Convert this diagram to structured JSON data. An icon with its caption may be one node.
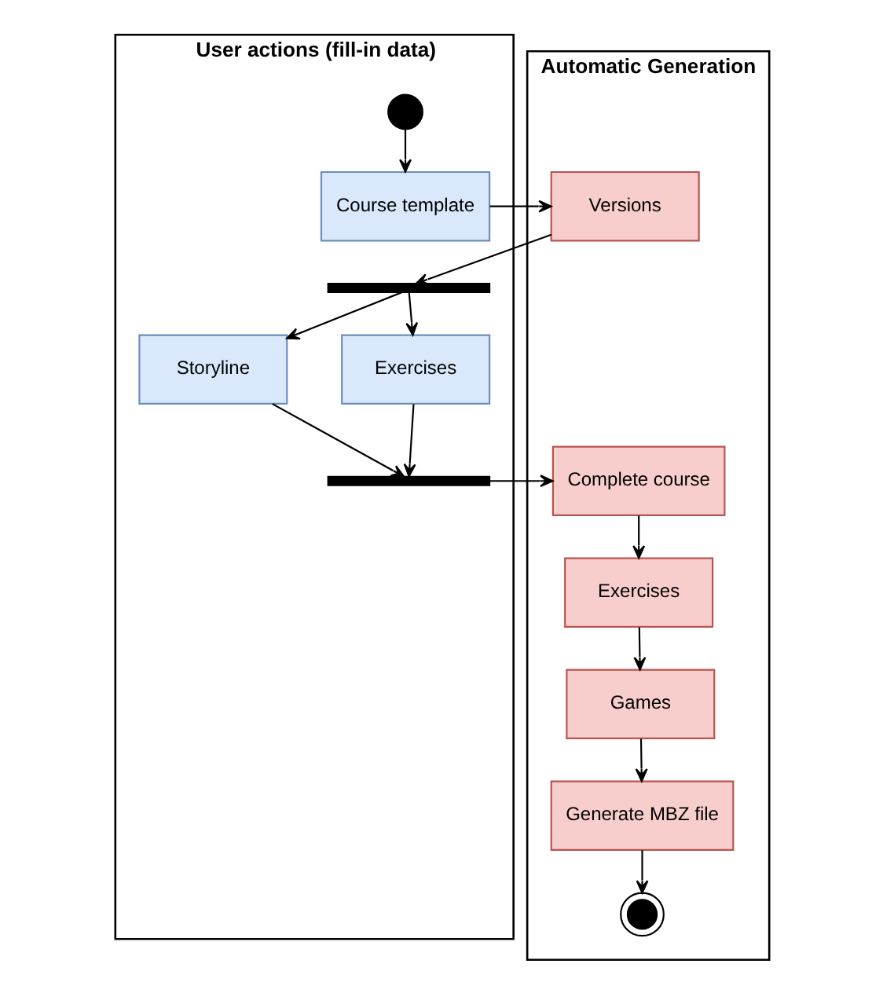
{
  "diagram": {
    "nodes": [
      {
        "text": [
          "User actions (fill-in data)"
        ]
      },
      {
        "text": [
          "Automatic Generation"
        ]
      },
      {
        "text": [],
        "shape": "circle",
        "in": 0
      },
      {
        "text": [
          "Course template"
        ],
        "in": 0
      },
      {
        "text": [
          "Versions"
        ],
        "in": 1
      },
      {
        "text": [],
        "shape": "bar",
        "in": 0
      },
      {
        "text": [
          "Storyline"
        ],
        "in": 0
      },
      {
        "text": [
          "Exercises"
        ],
        "in": 0
      },
      {
        "text": [],
        "shape": "bar",
        "in": 0
      },
      {
        "text": [
          "Complete course"
        ],
        "in": 1
      },
      {
        "text": [
          "Exercises"
        ],
        "in": 1
      },
      {
        "text": [
          "Games"
        ],
        "in": 1
      },
      {
        "text": [
          "Generate MBZ file"
        ],
        "in": 1
      },
      {
        "text": [],
        "shape": "bullseye",
        "in": 1
      }
    ],
    "edges": [
      {
        "from": 2,
        "to": 3,
        "arrow": "to"
      },
      {
        "from": 3,
        "to": 4,
        "arrow": "to"
      },
      {
        "from": 4,
        "to": 5,
        "arrow": "to"
      },
      {
        "from": 5,
        "to": 6,
        "arrow": "to"
      },
      {
        "from": 5,
        "to": 7,
        "arrow": "to"
      },
      {
        "from": 7,
        "to": 8,
        "arrow": "to"
      },
      {
        "from": 6,
        "to": 8,
        "arrow": "to"
      },
      {
        "from": 8,
        "to": 9,
        "arrow": "to"
      },
      {
        "from": 9,
        "to": 10,
        "arrow": "to"
      },
      {
        "from": 10,
        "to": 11,
        "arrow": "to"
      },
      {
        "from": 11,
        "to": 12,
        "arrow": "to"
      },
      {
        "from": 12,
        "to": 13,
        "arrow": "to"
      }
    ]
  }
}
